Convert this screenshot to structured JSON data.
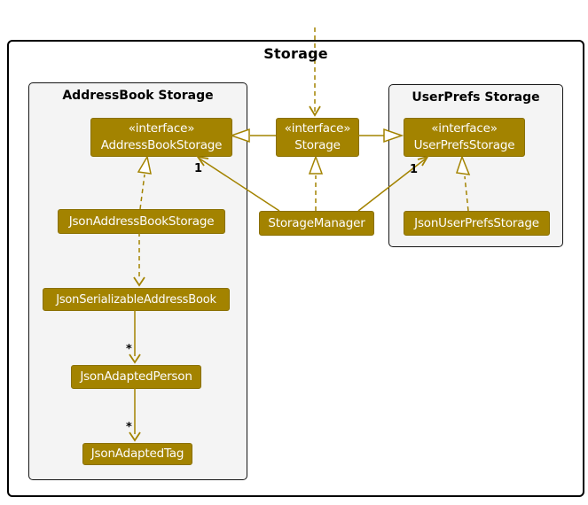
{
  "diagram": {
    "type": "uml-class-diagram",
    "frame": {
      "title": "Storage"
    },
    "packages": [
      {
        "title": "AddressBook Storage"
      },
      {
        "title": "UserPrefs Storage"
      }
    ],
    "interfaces": [
      {
        "stereotype": "«interface»",
        "name": "AddressBookStorage"
      },
      {
        "stereotype": "«interface»",
        "name": "Storage"
      },
      {
        "stereotype": "«interface»",
        "name": "UserPrefsStorage"
      }
    ],
    "classes": [
      {
        "name": "JsonAddressBookStorage"
      },
      {
        "name": "StorageManager"
      },
      {
        "name": "JsonUserPrefsStorage"
      },
      {
        "name": "JsonSerializableAddressBook"
      },
      {
        "name": "JsonAdaptedPerson"
      },
      {
        "name": "JsonAdaptedTag"
      }
    ],
    "multiplicities": [
      {
        "label": "1",
        "edge": "StorageManager-AddressBookStorage"
      },
      {
        "label": "1",
        "edge": "StorageManager-UserPrefsStorage"
      },
      {
        "label": "*",
        "edge": "JsonSerializableAddressBook-JsonAdaptedPerson"
      },
      {
        "label": "*",
        "edge": "JsonAdaptedPerson-JsonAdaptedTag"
      }
    ],
    "relationships": [
      {
        "from": "external",
        "to": "Storage",
        "type": "dependency",
        "style": "dashed-open-arrow"
      },
      {
        "from": "Storage",
        "to": "AddressBookStorage",
        "type": "extends",
        "style": "solid-hollow-triangle"
      },
      {
        "from": "Storage",
        "to": "UserPrefsStorage",
        "type": "extends",
        "style": "solid-hollow-triangle"
      },
      {
        "from": "StorageManager",
        "to": "Storage",
        "type": "implements",
        "style": "dashed-hollow-triangle"
      },
      {
        "from": "StorageManager",
        "to": "AddressBookStorage",
        "type": "association",
        "multiplicity": "1"
      },
      {
        "from": "StorageManager",
        "to": "UserPrefsStorage",
        "type": "association",
        "multiplicity": "1"
      },
      {
        "from": "JsonAddressBookStorage",
        "to": "AddressBookStorage",
        "type": "implements",
        "style": "dashed-hollow-triangle"
      },
      {
        "from": "JsonUserPrefsStorage",
        "to": "UserPrefsStorage",
        "type": "implements",
        "style": "dashed-hollow-triangle"
      },
      {
        "from": "JsonAddressBookStorage",
        "to": "JsonSerializableAddressBook",
        "type": "dependency",
        "style": "dashed-open-arrow"
      },
      {
        "from": "JsonSerializableAddressBook",
        "to": "JsonAdaptedPerson",
        "type": "association",
        "multiplicity": "*"
      },
      {
        "from": "JsonAdaptedPerson",
        "to": "JsonAdaptedTag",
        "type": "association",
        "multiplicity": "*"
      }
    ],
    "colors": {
      "node_fill": "#A38300",
      "node_border": "#8A7000",
      "node_text": "#FDFDFD",
      "edge": "#A38300",
      "package_fill": "#F4F4F4",
      "package_border": "#151515",
      "frame_border": "#000000",
      "label_text": "#000000",
      "background": "#FFFFFF"
    }
  }
}
